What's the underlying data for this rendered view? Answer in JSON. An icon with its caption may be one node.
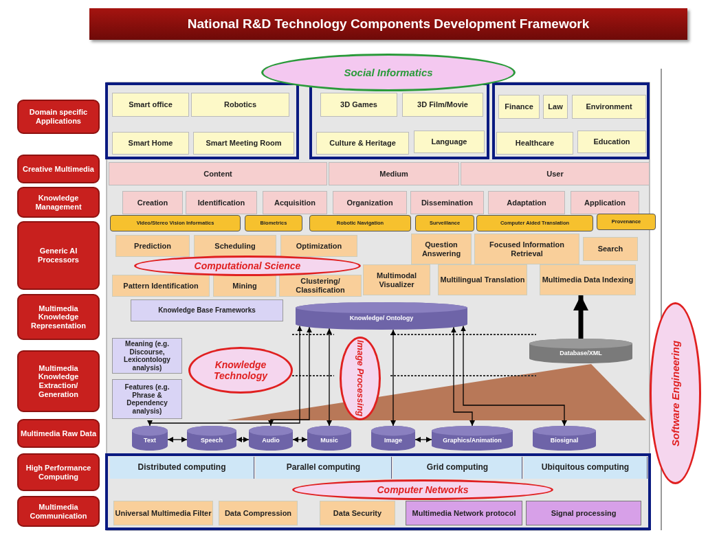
{
  "diagram": {
    "title": "National R&D Technology Components Development Framework",
    "nodes": [
      {
        "text": [
          "Social Informatics"
        ]
      },
      {
        "text": [
          "Domain specific Applications"
        ]
      },
      {
        "text": [
          "Creative Multimedia"
        ]
      },
      {
        "text": [
          "Knowledge Management"
        ]
      },
      {
        "text": [
          "Generic AI Processors"
        ]
      },
      {
        "text": [
          "Multimedia Knowledge Representation"
        ]
      },
      {
        "text": [
          "Multimedia Knowledge Extraction/ Generation"
        ]
      },
      {
        "text": [
          "Multimedia Raw Data"
        ]
      },
      {
        "text": [
          "High Performance Computing"
        ]
      },
      {
        "text": [
          "Multimedia Communication"
        ]
      },
      {
        "text": [
          "Smart office"
        ]
      },
      {
        "text": [
          "Robotics"
        ]
      },
      {
        "text": [
          "3D Games"
        ]
      },
      {
        "text": [
          "3D Film/Movie"
        ]
      },
      {
        "text": [
          "Finance"
        ]
      },
      {
        "text": [
          "Law"
        ]
      },
      {
        "text": [
          "Environment"
        ]
      },
      {
        "text": [
          "Smart Home"
        ]
      },
      {
        "text": [
          "Smart Meeting Room"
        ]
      },
      {
        "text": [
          "Culture & Heritage"
        ]
      },
      {
        "text": [
          "Language"
        ]
      },
      {
        "text": [
          "Healthcare"
        ]
      },
      {
        "text": [
          "Education"
        ]
      },
      {
        "text": [
          "Content"
        ]
      },
      {
        "text": [
          "Medium"
        ]
      },
      {
        "text": [
          "User"
        ]
      },
      {
        "text": [
          "Creation"
        ]
      },
      {
        "text": [
          "Identification"
        ]
      },
      {
        "text": [
          "Acquisition"
        ]
      },
      {
        "text": [
          "Organization"
        ]
      },
      {
        "text": [
          "Dissemination"
        ]
      },
      {
        "text": [
          "Adaptation"
        ]
      },
      {
        "text": [
          "Application"
        ]
      },
      {
        "text": [
          "Video/Stereo Vision Informatics"
        ]
      },
      {
        "text": [
          "Biometrics"
        ]
      },
      {
        "text": [
          "Robotic Navigation"
        ]
      },
      {
        "text": [
          "Surveillance"
        ]
      },
      {
        "text": [
          "Computer Aided Translation"
        ]
      },
      {
        "text": [
          "Provenance"
        ]
      },
      {
        "text": [
          "Prediction"
        ]
      },
      {
        "text": [
          "Scheduling"
        ]
      },
      {
        "text": [
          "Optimization"
        ]
      },
      {
        "text": [
          "Question Answering"
        ]
      },
      {
        "text": [
          "Focused Information Retrieval"
        ]
      },
      {
        "text": [
          "Search"
        ]
      },
      {
        "text": [
          "Pattern Identification"
        ]
      },
      {
        "text": [
          "Mining"
        ]
      },
      {
        "text": [
          "Clustering/ Classification"
        ]
      },
      {
        "text": [
          "Multimodal Visualizer"
        ]
      },
      {
        "text": [
          "Multilingual Translation"
        ]
      },
      {
        "text": [
          "Multimedia Data Indexing"
        ]
      },
      {
        "text": [
          "Computational Science"
        ]
      },
      {
        "text": [
          "Knowledge Base Frameworks"
        ]
      },
      {
        "text": [
          "Knowledge/ Ontology"
        ]
      },
      {
        "text": [
          "Database/XML"
        ]
      },
      {
        "text": [
          "Meaning (e.g. Discourse, Lexicontology analysis)"
        ]
      },
      {
        "text": [
          "Features (e.g. Phrase & Dependency analysis)"
        ]
      },
      {
        "text": [
          "Knowledge Technology"
        ]
      },
      {
        "text": [
          "Image Processing"
        ]
      },
      {
        "text": [
          "Text"
        ]
      },
      {
        "text": [
          "Speech"
        ]
      },
      {
        "text": [
          "Audio"
        ]
      },
      {
        "text": [
          "Music"
        ]
      },
      {
        "text": [
          "Image"
        ]
      },
      {
        "text": [
          "Graphics/Animation"
        ]
      },
      {
        "text": [
          "Biosignal"
        ]
      },
      {
        "text": [
          "Distributed computing"
        ]
      },
      {
        "text": [
          "Parallel computing"
        ]
      },
      {
        "text": [
          "Grid computing"
        ]
      },
      {
        "text": [
          "Ubiquitous computing"
        ]
      },
      {
        "text": [
          "Universal Multimedia Filter"
        ]
      },
      {
        "text": [
          "Data Compression"
        ]
      },
      {
        "text": [
          "Data Security"
        ]
      },
      {
        "text": [
          "Multimedia Network protocol"
        ]
      },
      {
        "text": [
          "Signal processing"
        ]
      },
      {
        "text": [
          "Computer Networks"
        ]
      },
      {
        "text": [
          "Software Engineering"
        ]
      }
    ],
    "edges": [
      {
        "from": 53,
        "to": 59,
        "arrow": "both"
      },
      {
        "from": 53,
        "to": 61,
        "arrow": "both"
      },
      {
        "from": 53,
        "to": 62,
        "arrow": "both"
      },
      {
        "from": 53,
        "to": 63,
        "arrow": "both"
      },
      {
        "from": 53,
        "to": 64,
        "arrow": "both"
      },
      {
        "from": 53,
        "to": 65,
        "arrow": "both"
      },
      {
        "from": 54,
        "to": 50,
        "arrow": "to",
        "style": "thick"
      },
      {
        "from": 59,
        "to": 60,
        "arrow": "both"
      },
      {
        "from": 60,
        "to": 61,
        "arrow": "both"
      },
      {
        "from": 61,
        "to": 62,
        "arrow": "both"
      },
      {
        "from": 63,
        "to": 64,
        "arrow": "both"
      }
    ]
  }
}
